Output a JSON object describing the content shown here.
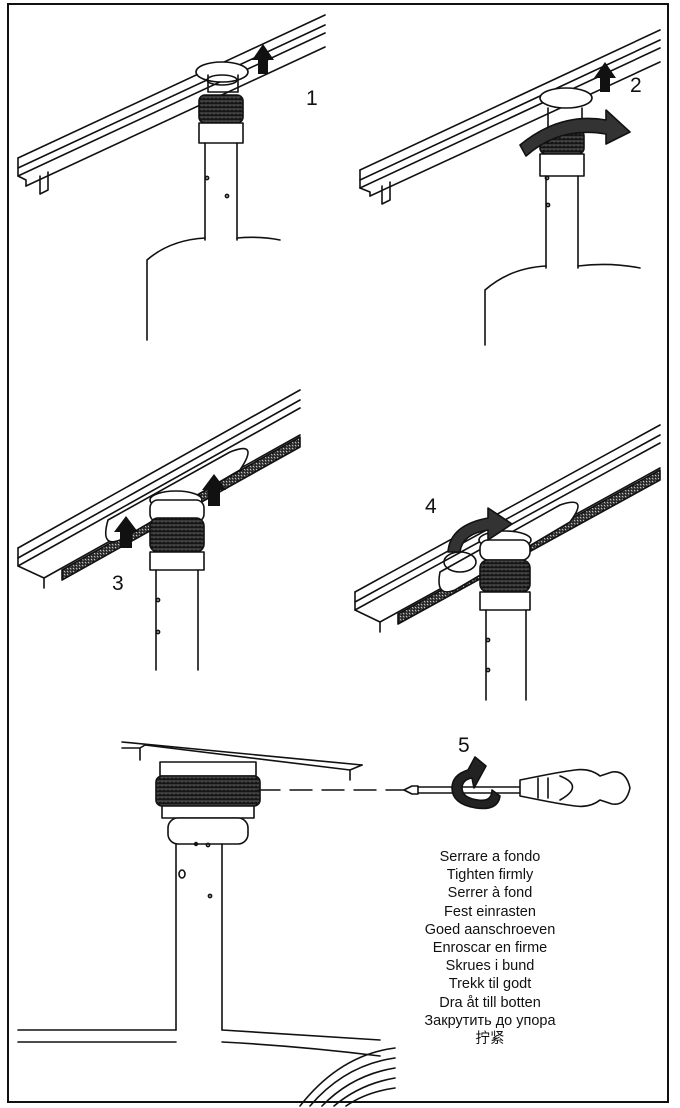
{
  "steps": [
    {
      "label": "1"
    },
    {
      "label": "2"
    },
    {
      "label": "3"
    },
    {
      "label": "4"
    },
    {
      "label": "5"
    }
  ],
  "instructions": [
    "Serrare a fondo",
    "Tighten firmly",
    "Serrer à fond",
    "Fest einrasten",
    "Goed aanschroeven",
    "Enroscar en firme",
    "Skrues i bund",
    "Trekk til godt",
    "Dra åt till botten",
    "Закрутить до упора",
    "拧紧"
  ],
  "colors": {
    "line": "#111111",
    "paper": "#ffffff",
    "knurl": "#222222"
  }
}
